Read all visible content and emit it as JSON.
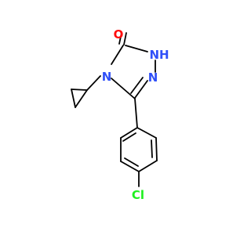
{
  "molecule": {
    "atoms": {
      "oxygen": {
        "label": "O",
        "color": "#ff0d0d"
      },
      "nh": {
        "label": "NH",
        "color": "#3050f8"
      },
      "n2": {
        "label": "N",
        "color": "#3050f8"
      },
      "n4": {
        "label": "N",
        "color": "#3050f8"
      },
      "chlorine": {
        "label": "Cl",
        "color": "#1ff01f"
      }
    },
    "colors": {
      "bond": "#000000",
      "background": "#ffffff"
    }
  }
}
